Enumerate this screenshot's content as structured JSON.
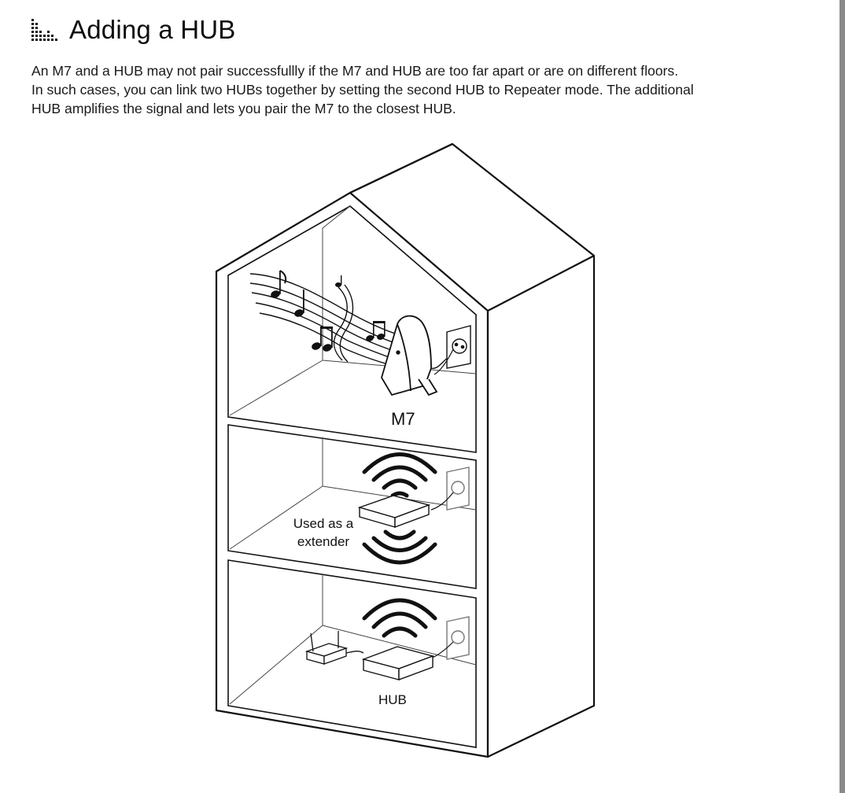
{
  "heading": {
    "icon": "equalizer-bars-icon",
    "title": "Adding a HUB"
  },
  "intro": {
    "lines": [
      "An M7 and a HUB may not pair successfullly if the M7 and HUB are too far apart or are on different floors.",
      "In such cases, you can link two HUBs together by setting the second HUB to Repeater mode. The additional",
      "HUB amplifies the signal and lets you pair the M7 to the closest HUB."
    ]
  },
  "illustration": {
    "labels": {
      "speaker": "M7",
      "extender_line1": "Used as a",
      "extender_line2": "extender",
      "hub": "HUB"
    },
    "icons": [
      "house-icon",
      "music-notes-icon",
      "speaker-icon",
      "wall-outlet-icon",
      "wifi-signal-icon",
      "hub-device-icon",
      "router-icon"
    ]
  }
}
